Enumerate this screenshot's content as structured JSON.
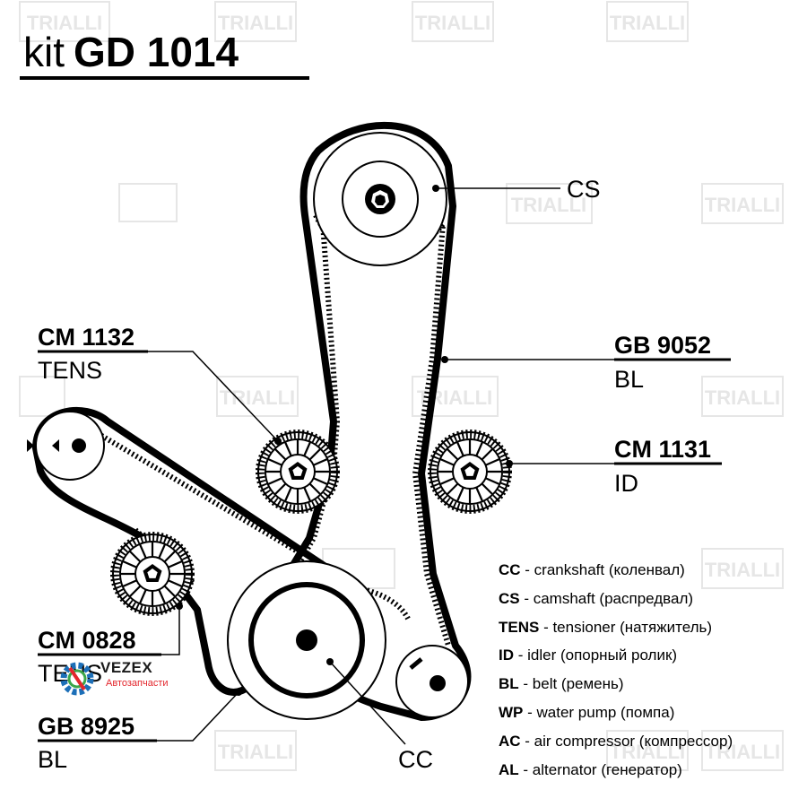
{
  "title": {
    "prefix": "kit",
    "code": "GD 1014"
  },
  "watermark": {
    "brand": "TRIALLI"
  },
  "callouts": {
    "cs": {
      "type": "CS"
    },
    "cc": {
      "type": "CC"
    },
    "gb9052": {
      "code": "GB 9052",
      "type": "BL"
    },
    "cm1131": {
      "code": "CM 1131",
      "type": "ID"
    },
    "cm1132": {
      "code": "CM 1132",
      "type": "TENS"
    },
    "cm0828": {
      "code": "CM 0828",
      "type": "TENS"
    },
    "gb8925": {
      "code": "GB 8925",
      "type": "BL"
    }
  },
  "legend": [
    {
      "abbr": "CC",
      "text": " - crankshaft (коленвал)"
    },
    {
      "abbr": "CS",
      "text": " - camshaft (распредвал)"
    },
    {
      "abbr": "TENS",
      "text": " - tensioner (натяжитель)"
    },
    {
      "abbr": "ID",
      "text": " - idler (опорный ролик)"
    },
    {
      "abbr": "BL",
      "text": " - belt (ремень)"
    },
    {
      "abbr": "WP",
      "text": " - water pump (помпа)"
    },
    {
      "abbr": "AC",
      "text": " - air compressor (компрессор)"
    },
    {
      "abbr": "AL",
      "text": " - alternator (генератор)"
    }
  ],
  "overlay_logo": {
    "name": "VEZEX",
    "subtitle": "Автозапчасти"
  },
  "colors": {
    "ink": "#000000",
    "watermark": "#e6e6e6",
    "logo_red": "#e3262c",
    "logo_blue": "#1c6fb8",
    "logo_green": "#3aa64a"
  },
  "icons": [
    "play-arrow-icon",
    "rewind-icon",
    "gear-logo-icon"
  ]
}
